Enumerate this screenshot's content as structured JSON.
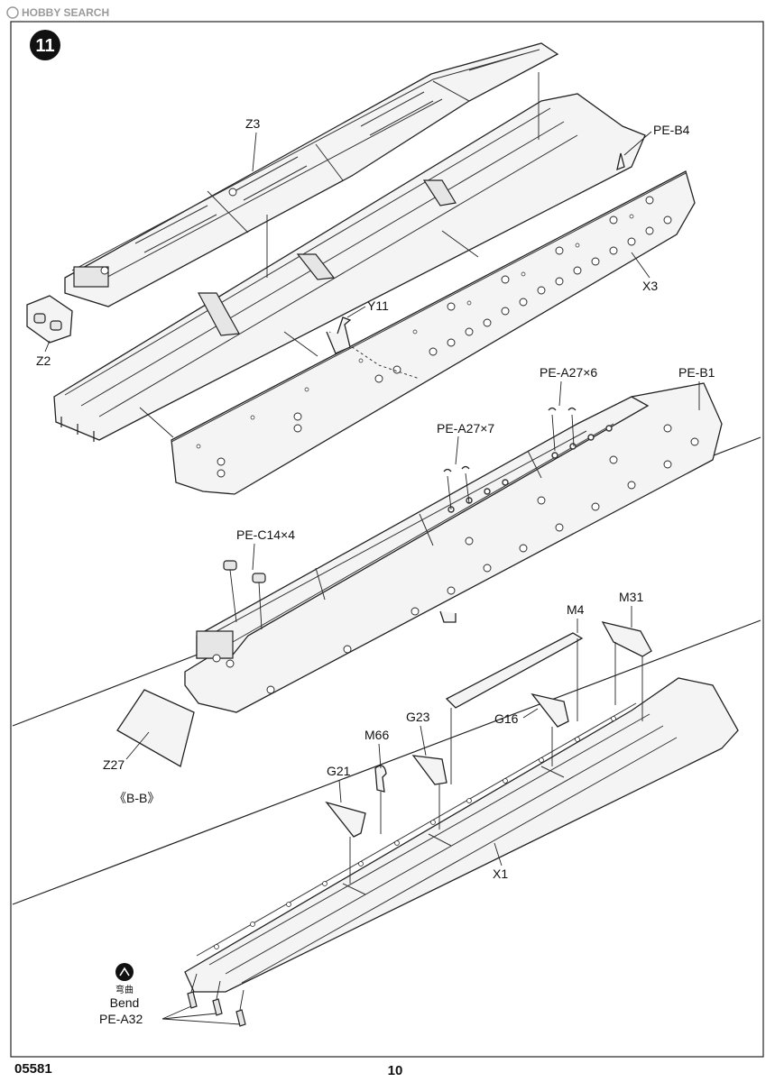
{
  "watermark": "HOBBY SEARCH",
  "step_number": "11",
  "footer": {
    "code": "05581",
    "page": "10"
  },
  "section_label": "《B-B》",
  "bend_note": {
    "cn": "弯曲",
    "en": "Bend"
  },
  "labels": {
    "z3": "Z3",
    "pe_b4": "PE-B4",
    "x3": "X3",
    "z2": "Z2",
    "y11": "Y11",
    "pe_a27_6": "PE-A27×6",
    "pe_b1": "PE-B1",
    "pe_a27_7": "PE-A27×7",
    "pe_c14_4": "PE-C14×4",
    "m4": "M4",
    "m31": "M31",
    "z27": "Z27",
    "m66": "M66",
    "g23": "G23",
    "g16": "G16",
    "g21": "G21",
    "x1": "X1",
    "pe_a32": "PE-A32"
  }
}
